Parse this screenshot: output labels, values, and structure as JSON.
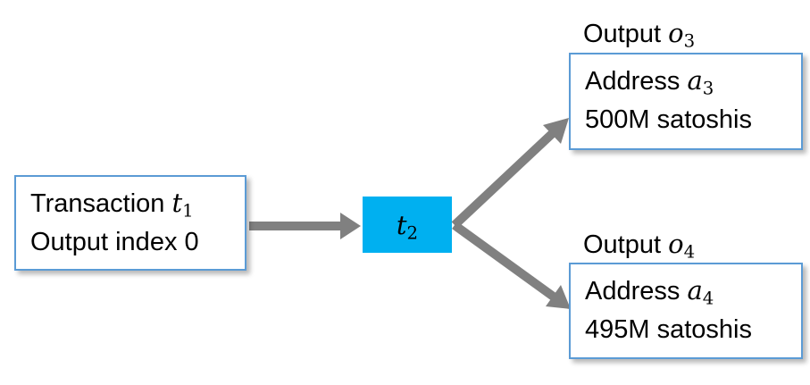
{
  "input": {
    "line1_text": "Transaction ",
    "line1_var": "t",
    "line1_sub": "1",
    "line2": "Output index 0"
  },
  "transaction": {
    "var": "t",
    "sub": "2"
  },
  "outputs": [
    {
      "caption_text": "Output ",
      "caption_var": "o",
      "caption_sub": "3",
      "address_text": "Address ",
      "address_var": "a",
      "address_sub": "3",
      "amount": "500M satoshis"
    },
    {
      "caption_text": "Output ",
      "caption_var": "o",
      "caption_sub": "4",
      "address_text": "Address ",
      "address_var": "a",
      "address_sub": "4",
      "amount": "495M satoshis"
    }
  ],
  "colors": {
    "box_border": "#5b9bd5",
    "transaction_fill": "#00b0f0",
    "arrow": "#808080"
  }
}
